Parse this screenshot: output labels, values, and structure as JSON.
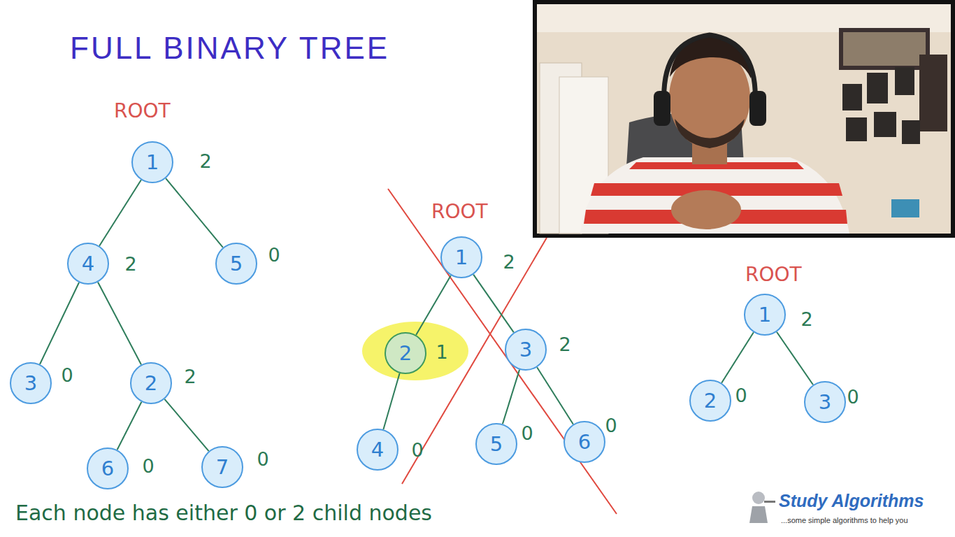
{
  "diagram": {
    "title": "FULL BINARY TREE",
    "caption": "Each node has either 0 or 2 child nodes",
    "nodes": [
      {
        "text": [
          "1",
          "2"
        ]
      },
      {
        "text": [
          "4",
          "2"
        ]
      },
      {
        "text": [
          "5",
          "0"
        ]
      },
      {
        "text": [
          "3",
          "0"
        ]
      },
      {
        "text": [
          "2",
          "2"
        ]
      },
      {
        "text": [
          "6",
          "0"
        ]
      },
      {
        "text": [
          "7",
          "0"
        ]
      },
      {
        "text": [
          "1",
          "2"
        ]
      },
      {
        "text": [
          "2",
          "1"
        ]
      },
      {
        "text": [
          "3",
          "2"
        ]
      },
      {
        "text": [
          "4",
          "0"
        ]
      },
      {
        "text": [
          "5",
          "0"
        ]
      },
      {
        "text": [
          "6",
          "0"
        ]
      },
      {
        "text": [
          "1",
          "2"
        ]
      },
      {
        "text": [
          "2",
          "0"
        ]
      },
      {
        "text": [
          "3",
          "0"
        ]
      }
    ],
    "edges": [
      {
        "from": 0,
        "to": 1,
        "arrow": "none"
      },
      {
        "from": 0,
        "to": 2,
        "arrow": "none"
      },
      {
        "from": 1,
        "to": 3,
        "arrow": "none"
      },
      {
        "from": 1,
        "to": 4,
        "arrow": "none"
      },
      {
        "from": 4,
        "to": 5,
        "arrow": "none"
      },
      {
        "from": 4,
        "to": 6,
        "arrow": "none"
      },
      {
        "from": 7,
        "to": 8,
        "arrow": "none"
      },
      {
        "from": 7,
        "to": 9,
        "arrow": "none"
      },
      {
        "from": 8,
        "to": 10,
        "arrow": "none"
      },
      {
        "from": 9,
        "to": 11,
        "arrow": "none"
      },
      {
        "from": 9,
        "to": 12,
        "arrow": "none"
      },
      {
        "from": 13,
        "to": 14,
        "arrow": "none"
      },
      {
        "from": 13,
        "to": 15,
        "arrow": "none"
      }
    ],
    "labels": [
      "ROOT",
      "ROOT",
      "ROOT",
      "Study Algorithms",
      "...some simple algorithms to help you"
    ]
  }
}
